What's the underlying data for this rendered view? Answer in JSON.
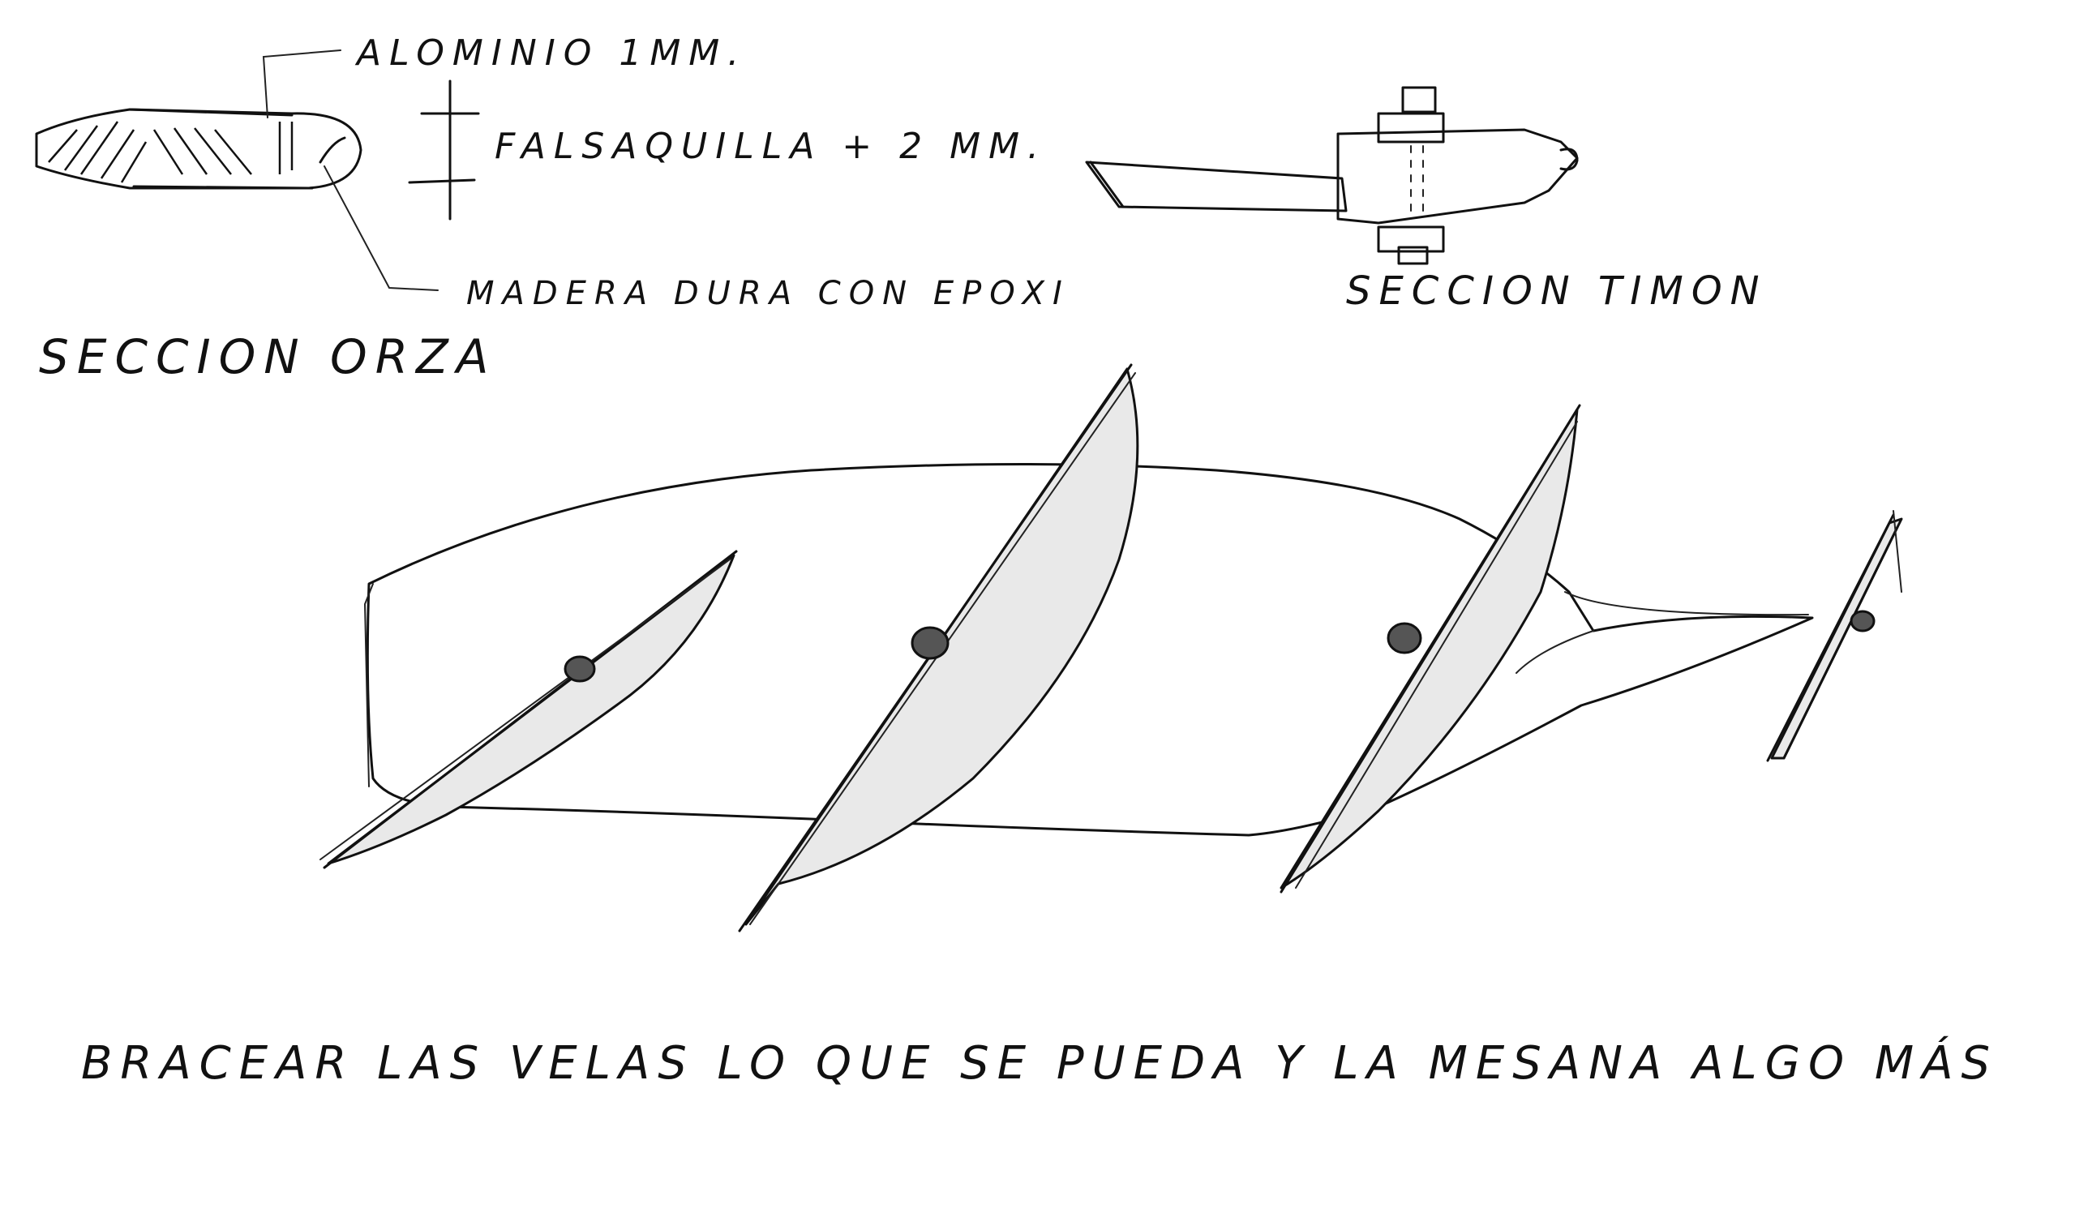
{
  "labels": {
    "aluminio": "ALOMINIO 1MM.",
    "falsaquilla": "FALSAQUILLA + 2 MM.",
    "madera": "MADERA DURA CON EPOXI",
    "seccion_orza": "SECCION ORZA",
    "seccion_timon": "SECCION TIMON",
    "instruccion": "BRACEAR LAS VELAS LO QUE SE PUEDA Y LA MESANA ALGO MÁS"
  },
  "colors": {
    "ink": "#111111",
    "paper": "#ffffff"
  }
}
